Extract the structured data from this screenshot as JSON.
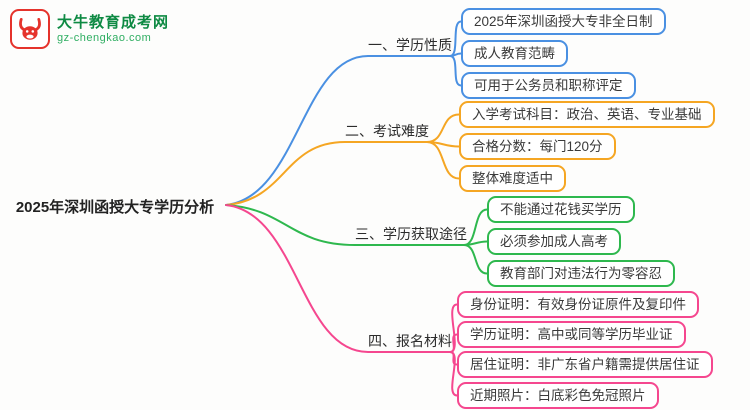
{
  "logo": {
    "name": "大牛教育成考网",
    "domain": "gz-chengkao.com",
    "icon": "bull-icon",
    "brand_red": "#e5332c",
    "brand_green": "#0e8a43",
    "domain_green": "#2fae62"
  },
  "root": {
    "label": "2025年深圳函授大专学历分析"
  },
  "branches": [
    {
      "label": "一、学历性质",
      "color": "#4a90e2",
      "children": [
        {
          "label": "2025年深圳函授大专非全日制"
        },
        {
          "label": "成人教育范畴"
        },
        {
          "label": "可用于公务员和职称评定"
        }
      ]
    },
    {
      "label": "二、考试难度",
      "color": "#f5a623",
      "children": [
        {
          "label": "入学考试科目：政治、英语、专业基础"
        },
        {
          "label": "合格分数：每门120分"
        },
        {
          "label": "整体难度适中"
        }
      ]
    },
    {
      "label": "三、学历获取途径",
      "color": "#2eb84e",
      "children": [
        {
          "label": "不能通过花钱买学历"
        },
        {
          "label": "必须参加成人高考"
        },
        {
          "label": "教育部门对违法行为零容忍"
        }
      ]
    },
    {
      "label": "四、报名材料",
      "color": "#f5478f",
      "children": [
        {
          "label": "身份证明：有效身份证原件及复印件"
        },
        {
          "label": "学历证明：高中或同等学历毕业证"
        },
        {
          "label": "居住证明：非广东省户籍需提供居住证"
        },
        {
          "label": "近期照片：白底彩色免冠照片"
        }
      ]
    }
  ]
}
